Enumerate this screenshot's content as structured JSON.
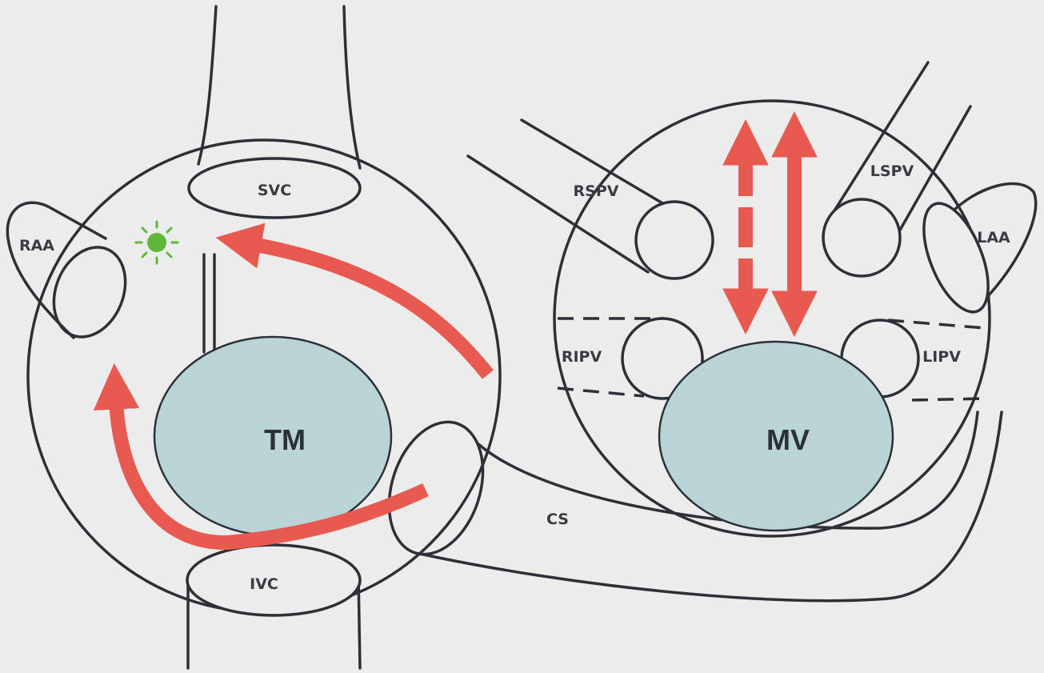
{
  "colors": {
    "background": "#ececec",
    "outline": "#2e3038",
    "valve_fill": "#b9d4d4",
    "arrow": "#e85a4f",
    "star": "#5fb83a"
  },
  "labels": {
    "svc": "SVC",
    "ivc": "IVC",
    "raa": "RAA",
    "tm": "TM",
    "cs": "CS",
    "rspv": "RSPV",
    "lspv": "LSPV",
    "laa": "LAA",
    "ripv": "RIPV",
    "lipv": "LIPV",
    "mv": "MV"
  },
  "icons": {
    "origin_marker": "green-star-burst-icon"
  }
}
